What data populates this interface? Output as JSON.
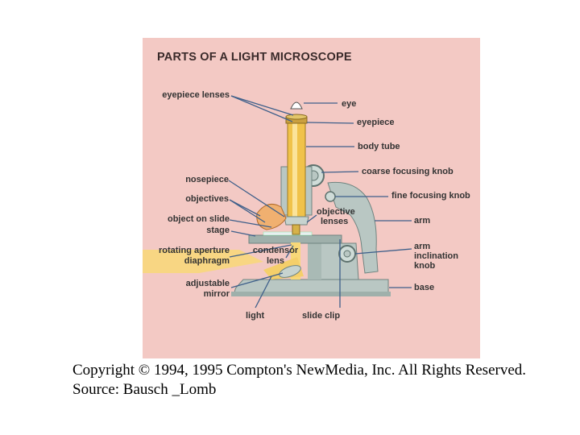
{
  "figure": {
    "title": "PARTS OF A LIGHT MICROSCOPE",
    "labels": {
      "eyepiece_lenses": "eyepiece lenses",
      "eye": "eye",
      "eyepiece": "eyepiece",
      "body_tube": "body tube",
      "coarse_focusing_knob": "coarse focusing knob",
      "nosepiece": "nosepiece",
      "fine_focusing_knob": "fine focusing knob",
      "objectives": "objectives",
      "objective_lenses_1": "objective",
      "objective_lenses_2": "lenses",
      "arm": "arm",
      "object_on_slide": "object on slide",
      "stage": "stage",
      "arm_inclination_knob_1": "arm",
      "arm_inclination_knob_2": "inclination",
      "arm_inclination_knob_3": "knob",
      "rotating_aperture_1": "rotating aperture",
      "rotating_aperture_2": "diaphragm",
      "condensor_lens_1": "condensor",
      "condensor_lens_2": "lens",
      "adjustable_mirror_1": "adjustable",
      "adjustable_mirror_2": "mirror",
      "base": "base",
      "light": "light",
      "slide_clip": "slide clip"
    },
    "colors": {
      "background": "#f3c9c4",
      "body": "#b9c7c3",
      "tube": "#f0c24a",
      "light_beam": "#f8d878",
      "leader_line": "#3e5f8a"
    }
  },
  "credits": {
    "line1": "Copyright © 1994, 1995 Compton's NewMedia, Inc. All Rights Reserved.",
    "line2": "Source: Bausch _Lomb"
  }
}
